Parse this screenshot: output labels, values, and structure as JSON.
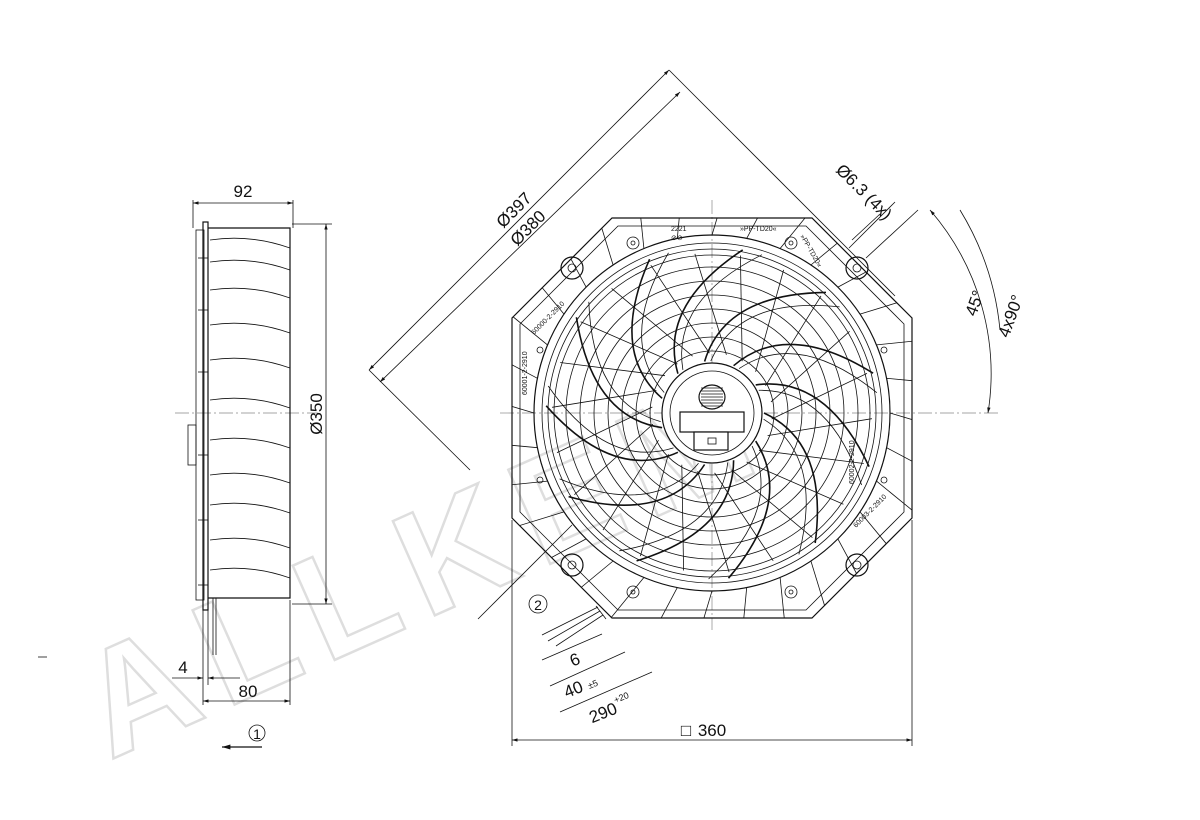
{
  "watermark": "ALLKEM",
  "dimensions": {
    "side_width_top": "92",
    "side_height": "Ø350",
    "side_flange": "4",
    "side_depth": "80",
    "dia_outer": "Ø397",
    "dia_inner": "Ø380",
    "mount_holes": "Ø6.3 (4x)",
    "angle_half": "45°",
    "angle_full": "4x90°",
    "square_symbol": "□",
    "square": "360",
    "lead_6": "6",
    "lead_40": "40",
    "lead_40_tol": "±5",
    "lead_290": "290",
    "lead_290_tol": "+20"
  },
  "callouts": {
    "airflow": "1",
    "cable": "2"
  },
  "plate_labels": {
    "top_code": "2221",
    "top_label": "»PP-TD20«",
    "corner_label": "»PP-TD20«",
    "left_upper": "60000-2-2910",
    "left_lower": "60001-2-2910",
    "right_upper": "60002-2-2910",
    "right_lower": "60003-2-2910"
  }
}
